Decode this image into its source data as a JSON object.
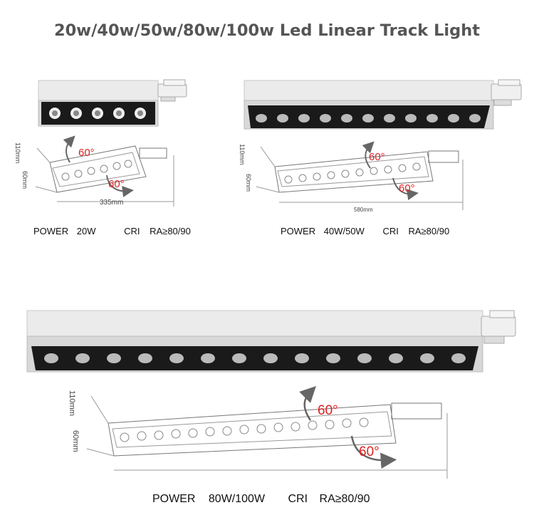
{
  "title": "20w/40w/50w/80w/100w Led Linear Track Light",
  "products": [
    {
      "dims": {
        "height": "110mm",
        "width": "60mm",
        "length": "335mm"
      },
      "angles": {
        "upper": "60°",
        "lower": "60°"
      },
      "power_label": "POWER",
      "power_value": "20W",
      "cri_label": "CRI",
      "cri_value": "RA≥80/90"
    },
    {
      "dims": {
        "height": "110mm",
        "width": "60mm",
        "length": "580mm"
      },
      "angles": {
        "upper": "60°",
        "lower": "60°"
      },
      "power_label": "POWER",
      "power_value": "40W/50W",
      "cri_label": "CRI",
      "cri_value": "RA≥80/90"
    },
    {
      "dims": {
        "height": "110mm",
        "width": "60mm"
      },
      "angles": {
        "upper": "60°",
        "lower": "60°"
      },
      "power_label": "POWER",
      "power_value": "80W/100W",
      "cri_label": "CRI",
      "cri_value": "RA≥80/90"
    }
  ],
  "colors": {
    "housing": "#e9e9e9",
    "lens_band": "#1c1c1c",
    "angle_red": "#dd2222",
    "arrow_grey": "#666666"
  }
}
